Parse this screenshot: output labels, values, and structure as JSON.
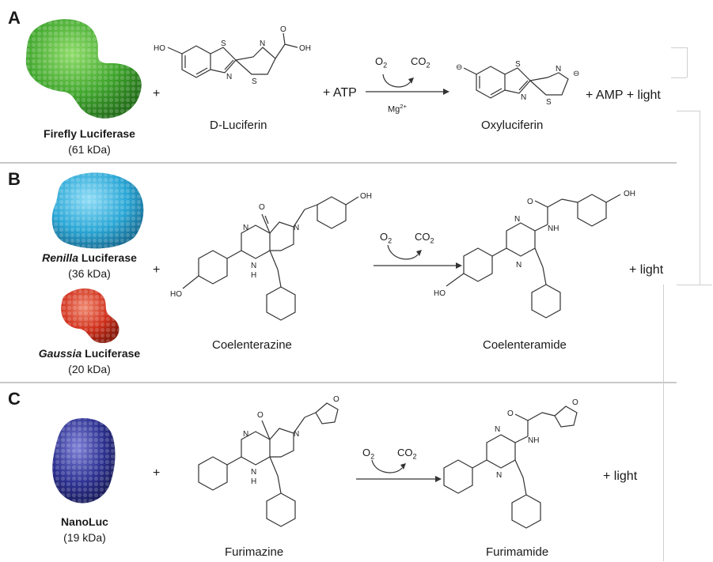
{
  "panels": {
    "a": {
      "letter": "A",
      "enzyme_name": "Firefly Luciferase",
      "enzyme_mass": "(61 kDa)",
      "plus1": "+",
      "substrate": "D-Luciferin",
      "plus_atp": "+ ATP",
      "o2": "O",
      "o2_sub": "2",
      "co2": "CO",
      "co2_sub": "2",
      "mg": "Mg",
      "mg_sup": "2+",
      "product": "Oxyluciferin",
      "tail": "+ AMP + light"
    },
    "b": {
      "letter": "B",
      "enzyme1_italic": "Renilla",
      "enzyme1_rest": " Luciferase",
      "enzyme1_mass": "(36 kDa)",
      "enzyme2_italic": "Gaussia",
      "enzyme2_rest": " Luciferase",
      "enzyme2_mass": "(20 kDa)",
      "plus1": "+",
      "substrate": "Coelenterazine",
      "o2": "O",
      "o2_sub": "2",
      "co2": "CO",
      "co2_sub": "2",
      "product": "Coelenteramide",
      "tail": "+ light"
    },
    "c": {
      "letter": "C",
      "enzyme_name": "NanoLuc",
      "enzyme_mass": "(19 kDa)",
      "plus1": "+",
      "substrate": "Furimazine",
      "o2": "O",
      "o2_sub": "2",
      "co2": "CO",
      "co2_sub": "2",
      "product": "Furimamide",
      "tail": "+ light"
    }
  },
  "atom_labels": {
    "ho": "HO",
    "oh": "OH",
    "s": "S",
    "n": "N",
    "nh": "NH",
    "h": "H",
    "o": "O",
    "o_minus": "⊖"
  },
  "colors": {
    "firefly": "#3fa52c",
    "renilla": "#2aa7d6",
    "gaussia": "#d0301b",
    "nanoluc": "#2e3291"
  }
}
